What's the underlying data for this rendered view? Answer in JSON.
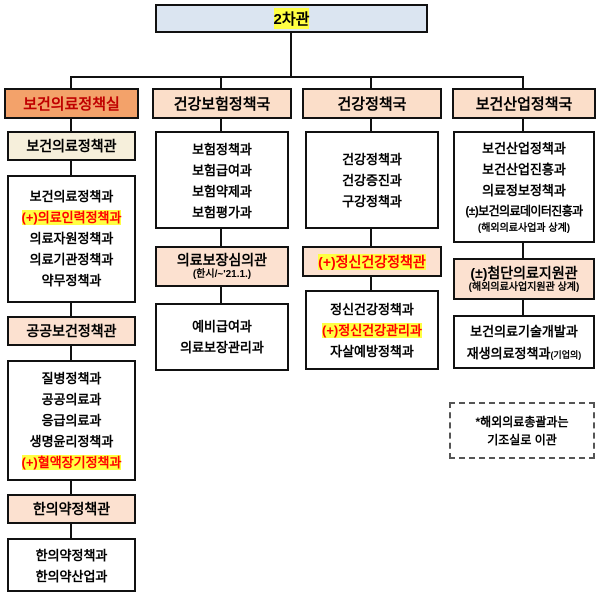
{
  "colors": {
    "root_bg": "#dbe5f1",
    "main_header_bg": "#f3a26a",
    "main_header_text": "#c00000",
    "header_bg": "#fbdec9",
    "officer_bg": "#fce1d0",
    "officer_ivory_bg": "#f6efdb",
    "highlight_yellow": "#ffff42",
    "highlight_red_text": "#ff0000",
    "line": "#111111"
  },
  "root": {
    "title": "2차관"
  },
  "col1": {
    "header": "보건의료정책실",
    "officer1": "보건의료정책관",
    "depts1": [
      "보건의료정책과",
      "(+)의료인력정책과",
      "의료자원정책과",
      "의료기관정책과",
      "약무정책과"
    ],
    "officer2": "공공보건정책관",
    "depts2": [
      "질병정책과",
      "공공의료과",
      "응급의료과",
      "생명윤리정책과",
      "(+)혈액장기정책과"
    ],
    "officer3": "한의약정책관",
    "depts3": [
      "한의약정책과",
      "한의약산업과"
    ]
  },
  "col2": {
    "header": "건강보험정책국",
    "depts1": [
      "보험정책과",
      "보험급여과",
      "보험약제과",
      "보험평가과"
    ],
    "officer1": "의료보장심의관",
    "officer1_note": "(한시/~'21.1.)",
    "depts2": [
      "예비급여과",
      "의료보장관리과"
    ]
  },
  "col3": {
    "header": "건강정책국",
    "depts1": [
      "건강정책과",
      "건강증진과",
      "구강정책과"
    ],
    "officer1": "(+)정신건강정책관",
    "depts2": [
      "정신건강정책과",
      "(+)정신건강관리과",
      "자살예방정책과"
    ]
  },
  "col4": {
    "header": "보건산업정책국",
    "depts1": [
      "보건산업정책과",
      "보건산업진흥과",
      "의료정보정책과",
      "(±)보건의료데이터진흥과"
    ],
    "depts1_note": "(해외의료사업과 상계)",
    "officer1": "(±)첨단의료지원관",
    "officer1_note": "(해외의료사업지원관 상계)",
    "depts2_line1": "보건의료기술개발과",
    "depts2_line2": "재생의료정책과",
    "depts2_line2_note": "(기업의)",
    "footnote_line1": "*해외의료총괄과는",
    "footnote_line2": "기조실로 이관"
  }
}
